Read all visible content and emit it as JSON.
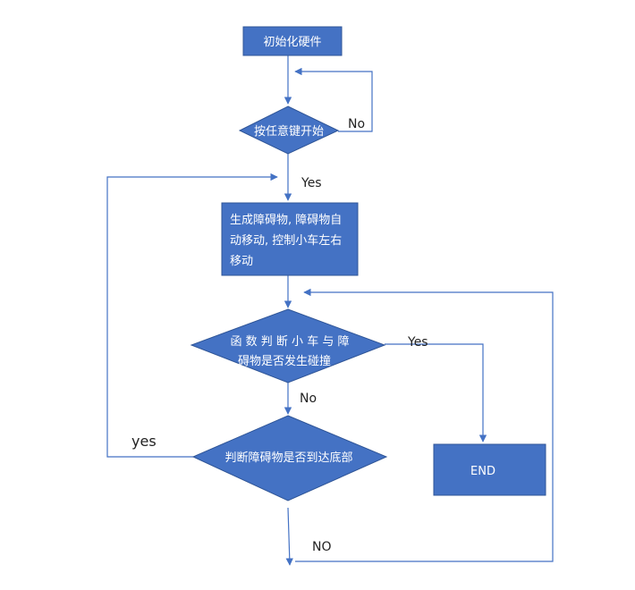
{
  "nodes": {
    "init": "初始化硬件",
    "press_key": "按任意键开始",
    "generate": [
      "生成障碍物, 障碍物自",
      "动移动, 控制小车左右",
      "移动"
    ],
    "collision": [
      "函 数 判 断 小 车 与 障",
      "碍物是否发生碰撞"
    ],
    "reach_bottom": "判断障碍物是否到达底部",
    "end": "END"
  },
  "edge_labels": {
    "press_no": "No",
    "press_yes": "Yes",
    "collision_yes": "Yes",
    "collision_no": "No",
    "bottom_yes": "yes",
    "bottom_no": "NO"
  },
  "colors": {
    "node_fill": "#4472c4",
    "node_stroke": "#2f5597",
    "edge": "#4472c4",
    "node_text": "#ffffff",
    "label_text": "#222222"
  }
}
